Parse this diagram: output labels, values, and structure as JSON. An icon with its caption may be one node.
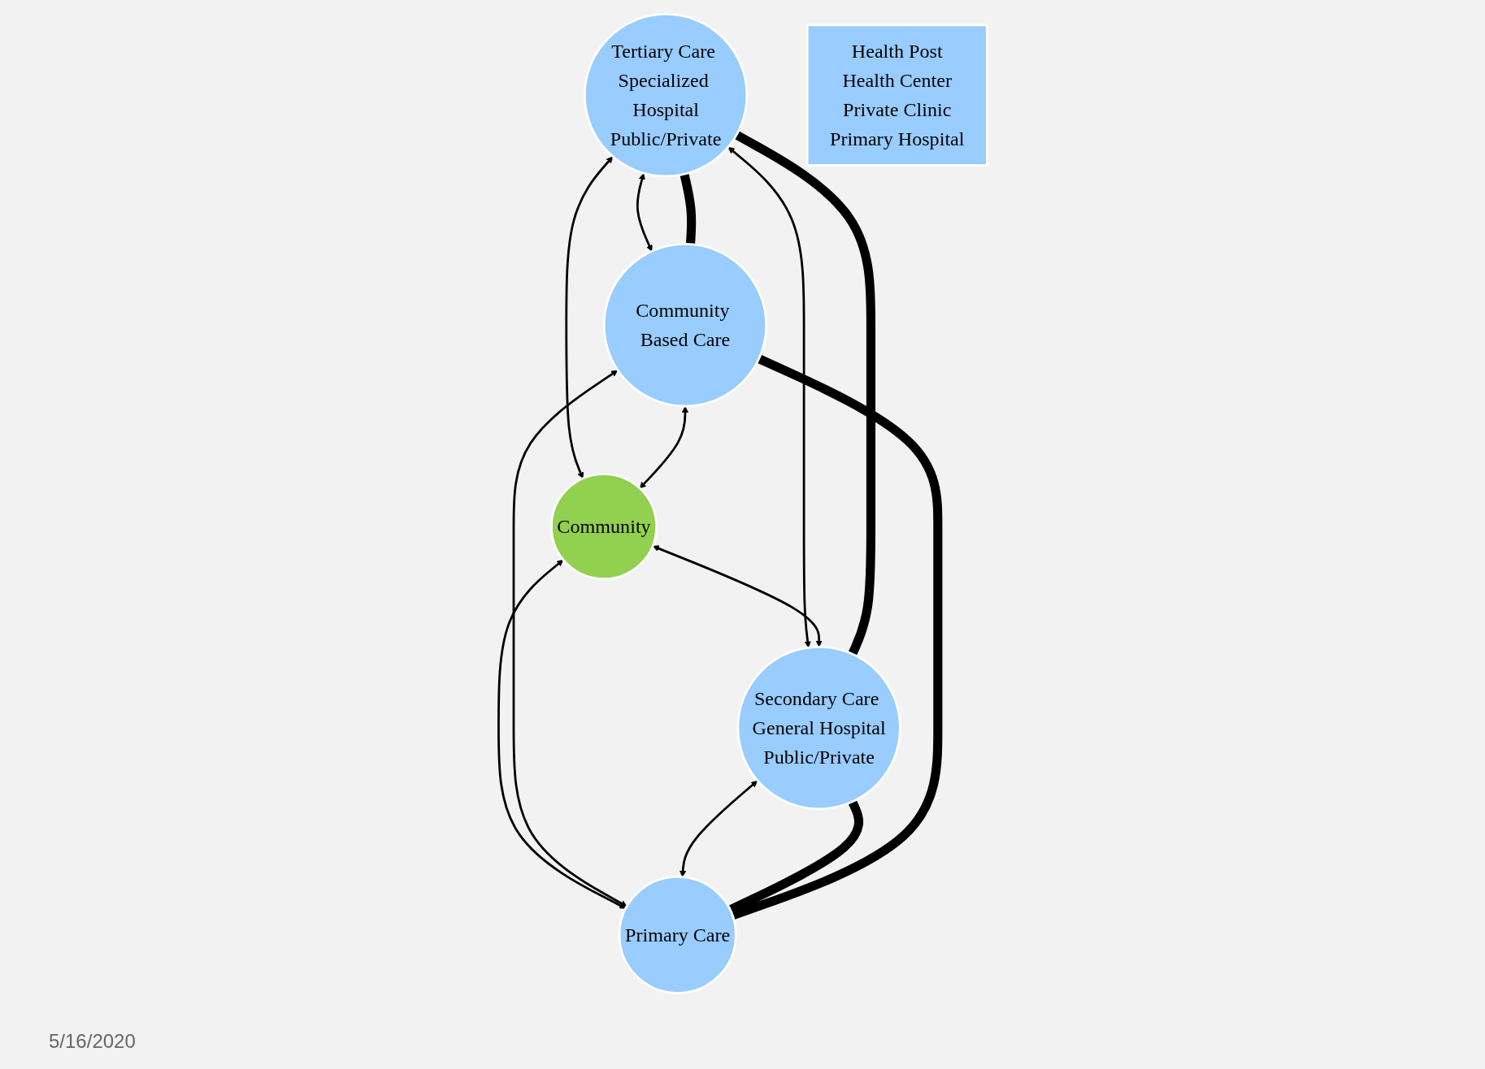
{
  "diagram": {
    "nodes": [
      {
        "text": [
          "Tertiary Care Specialized Hospital",
          "Public/Private"
        ]
      },
      {
        "text": [
          "Community Based Care"
        ]
      },
      {
        "text": [
          "Community"
        ]
      },
      {
        "text": [
          "Secondary Care General Hospital",
          "Public/Private"
        ]
      },
      {
        "text": [
          "Primary Care"
        ]
      },
      {
        "text": [
          "Health Post",
          "Health Center",
          "Private Clinic",
          "Primary Hospital"
        ]
      }
    ],
    "edges": [
      {
        "from": 0,
        "to": 1,
        "arrow": "both"
      },
      {
        "from": 0,
        "to": 2,
        "arrow": "both"
      },
      {
        "from": 0,
        "to": 3,
        "arrow": "both"
      },
      {
        "from": 1,
        "to": 2,
        "arrow": "both"
      },
      {
        "from": 2,
        "to": 3,
        "arrow": "both"
      },
      {
        "from": 2,
        "to": 4,
        "arrow": "both"
      },
      {
        "from": 1,
        "to": 4,
        "arrow": "both"
      },
      {
        "from": 3,
        "to": 4,
        "arrow": "both"
      },
      {
        "from": 1,
        "to": 0,
        "arrow": "none",
        "style": "thick"
      },
      {
        "from": 0,
        "to": 3,
        "arrow": "none",
        "style": "thick"
      },
      {
        "from": 3,
        "to": 4,
        "arrow": "none",
        "style": "thick"
      },
      {
        "from": 4,
        "to": 1,
        "arrow": "none",
        "style": "thick"
      }
    ],
    "labels": [
      "5/16/2020"
    ]
  }
}
